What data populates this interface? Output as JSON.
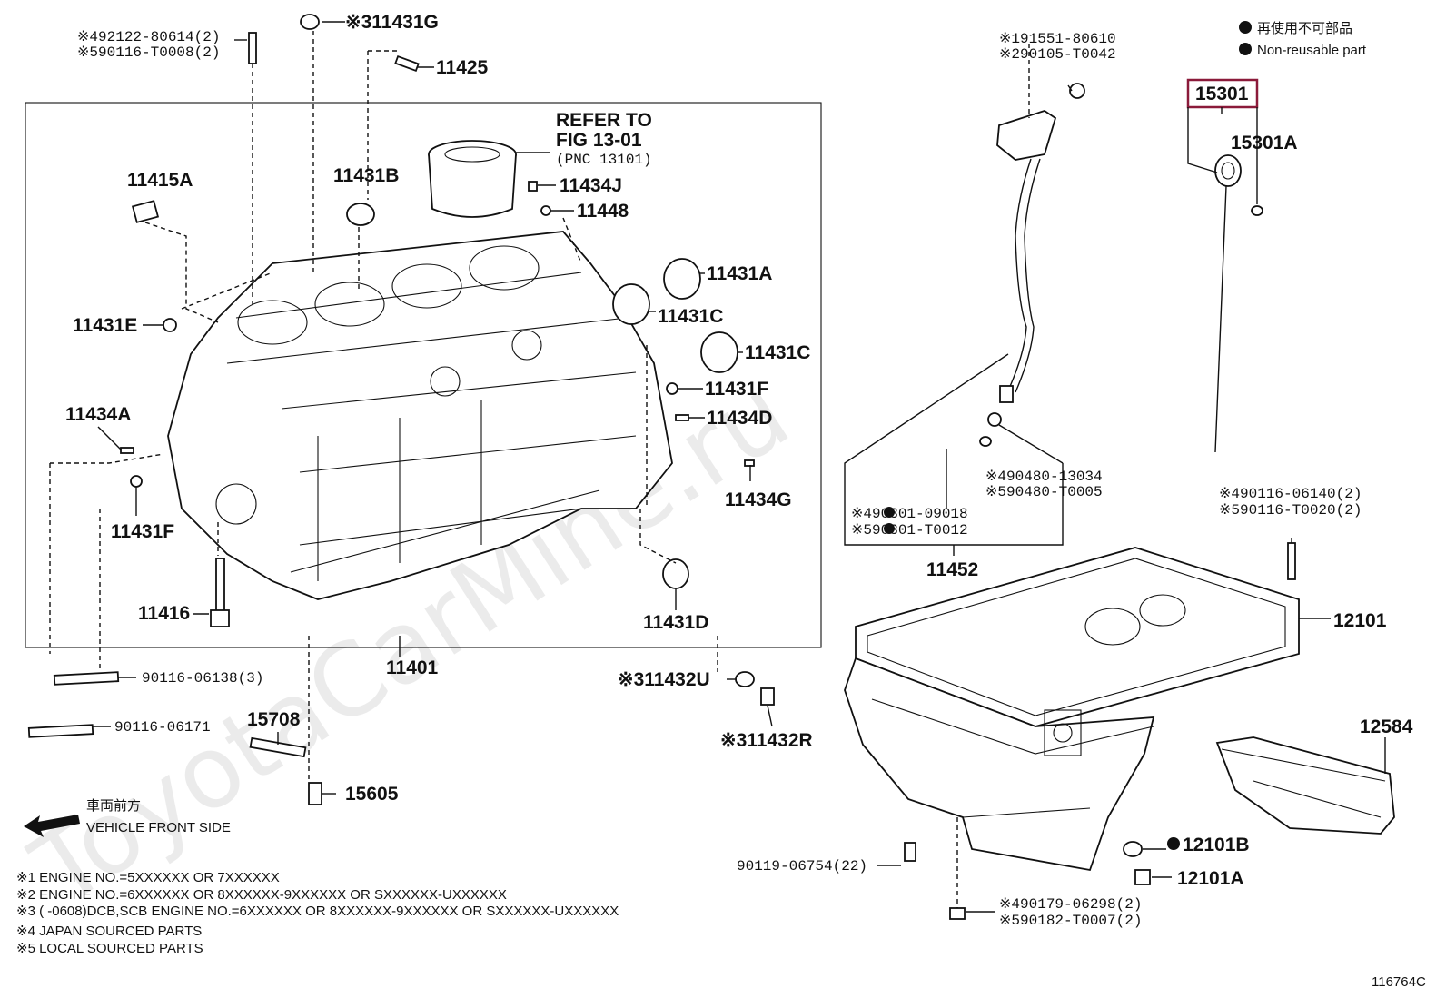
{
  "legend": {
    "non_reusable_jp": "再使用不可部品",
    "non_reusable_en": "Non-reusable part"
  },
  "refer": {
    "line1": "REFER TO",
    "line2": "FIG 13-01",
    "line3": "(PNC 13101)"
  },
  "labels": {
    "p11431G": "※311431G",
    "p11425": "11425",
    "p11415A": "11415A",
    "p11431B": "11431B",
    "p11434J": "11434J",
    "p11448": "11448",
    "p11431A": "11431A",
    "p11431C_1": "11431C",
    "p11431C_2": "11431C",
    "p11431E": "11431E",
    "p11431F_r": "11431F",
    "p11434D": "11434D",
    "p11434A": "11434A",
    "p11434G": "11434G",
    "p11431F_l": "11431F",
    "p11416": "11416",
    "p11431D": "11431D",
    "p11401": "11401",
    "p11432U": "※311432U",
    "p11432R": "※311432R",
    "p15708": "15708",
    "p15605": "15605",
    "p15301": "15301",
    "p15301A": "15301A",
    "p11452": "11452",
    "p12101": "12101",
    "p12584": "12584",
    "p12101B": "12101B",
    "p12101A": "12101A"
  },
  "refs": {
    "stud_top_1": "※492122-80614(2)",
    "stud_top_2": "※590116-T0008(2)",
    "gauge_bolt_1": "※191551-80610",
    "gauge_bolt_2": "※290105-T0042",
    "oring_1": "※490480-13034",
    "oring_2": "※590480-T0005",
    "gasket_1": "※490301-09018",
    "gasket_2": "※590301-T0012",
    "pan_stud_1": "※490116-06140(2)",
    "pan_stud_2": "※590116-T0020(2)",
    "stud_06138": "90116-06138(3)",
    "stud_06171": "90116-06171",
    "bolt_06754": "90119-06754(22)",
    "nut_1": "※490179-06298(2)",
    "nut_2": "※590182-T0007(2)"
  },
  "front": {
    "jp": "車両前方",
    "en": "VEHICLE FRONT SIDE"
  },
  "notes": [
    "※1 ENGINE NO.=5XXXXXX OR 7XXXXXX",
    "※2 ENGINE NO.=6XXXXXX OR 8XXXXXX-9XXXXXX OR SXXXXXX-UXXXXXX",
    "※3 (      -0608)DCB,SCB ENGINE NO.=6XXXXXX OR 8XXXXXX-9XXXXXX OR SXXXXXX-UXXXXXX",
    "※4 JAPAN SOURCED PARTS",
    "※5 LOCAL SOURCED PARTS"
  ],
  "figure_id": "116764C",
  "watermark": "ToyotaCarMine.ru",
  "colors": {
    "highlight": "#8b1a3a",
    "line": "#111111"
  }
}
